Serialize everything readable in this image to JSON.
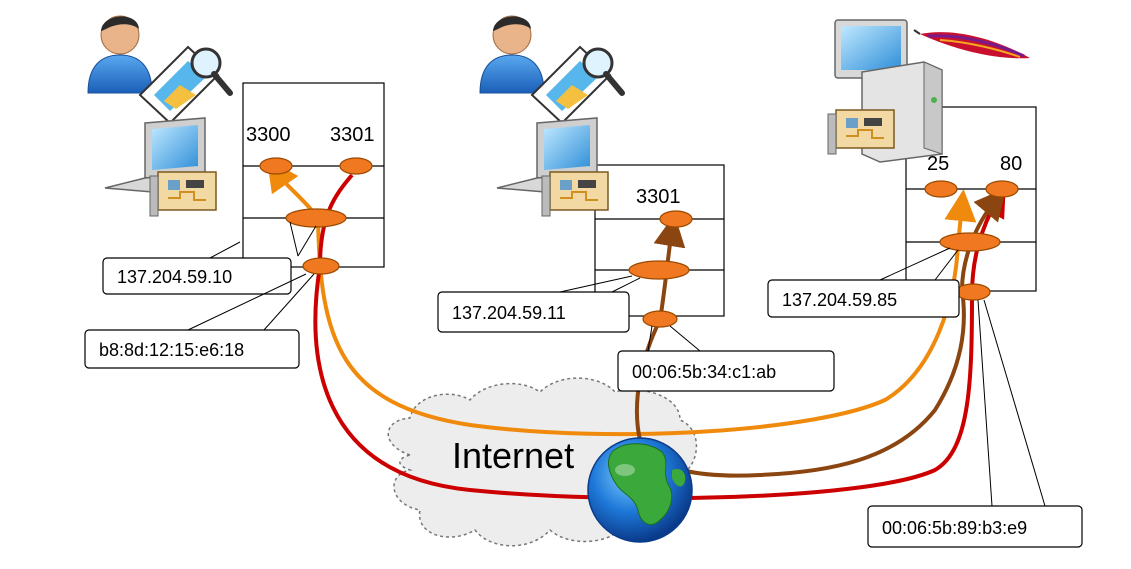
{
  "cloud": {
    "label": "Internet"
  },
  "hosts": {
    "left": {
      "ports": [
        "3300",
        "3301"
      ],
      "ip": "137.204.59.10",
      "mac": "b8:8d:12:15:e6:18"
    },
    "middle": {
      "port": "3301",
      "ip": "137.204.59.11",
      "mac": "00:06:5b:34:c1:ab"
    },
    "right": {
      "ports": [
        "25",
        "80"
      ],
      "ip": "137.204.59.85",
      "mac": "00:06:5b:89:b3:e9"
    }
  },
  "icons": [
    "user-icon",
    "image-search-icon",
    "laptop-icon",
    "network-card-icon",
    "server-tower-icon",
    "monitor-icon",
    "feather-icon",
    "globe-icon",
    "cloud-icon"
  ],
  "colors": {
    "orange": "#f08a0c",
    "red": "#cc0000",
    "brown": "#8b4510",
    "node": "#f07820",
    "node_stroke": "#9a4a00"
  }
}
